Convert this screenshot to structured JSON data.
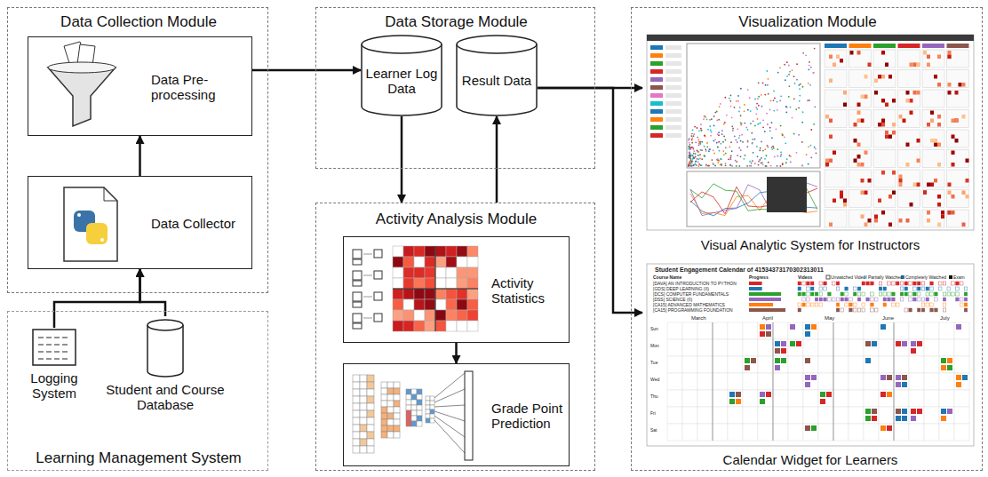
{
  "diagram": {
    "nodes": [
      {
        "text": [
          "Data Collection Module"
        ]
      },
      {
        "text": [
          "Data Pre-processing"
        ],
        "in": 0
      },
      {
        "text": [
          "Data Collector"
        ],
        "in": 0
      },
      {
        "text": [
          "Learning Management System"
        ]
      },
      {
        "text": [
          "Logging System"
        ],
        "in": 3
      },
      {
        "text": [
          "Student and Course Database"
        ],
        "in": 3
      },
      {
        "text": [
          "Data Storage Module"
        ]
      },
      {
        "text": [
          "Learner Log Data"
        ],
        "in": 6
      },
      {
        "text": [
          "Result Data"
        ],
        "in": 6
      },
      {
        "text": [
          "Activity Analysis Module"
        ]
      },
      {
        "text": [
          "Activity Statistics"
        ],
        "in": 9
      },
      {
        "text": [
          "Grade Point Prediction"
        ],
        "in": 9
      },
      {
        "text": [
          "Visualization Module"
        ]
      },
      {
        "text": [
          "Visual Analytic System for Instructors"
        ],
        "in": 12
      },
      {
        "text": [
          "Calendar Widget for Learners"
        ],
        "in": 12
      }
    ],
    "edges": [
      {
        "from": 4,
        "to": 2,
        "arrow": "to"
      },
      {
        "from": 5,
        "to": 2,
        "arrow": "to"
      },
      {
        "from": 2,
        "to": 1,
        "arrow": "to"
      },
      {
        "from": 1,
        "to": 7,
        "arrow": "to"
      },
      {
        "from": 7,
        "to": 9,
        "arrow": "to"
      },
      {
        "from": 9,
        "to": 8,
        "arrow": "to"
      },
      {
        "from": 8,
        "to": 13,
        "arrow": "to"
      },
      {
        "from": 8,
        "to": 14,
        "arrow": "to"
      },
      {
        "from": 10,
        "to": 11,
        "arrow": "to"
      }
    ],
    "labels": [
      "Student Engagement Calendar of 41534373170302313011",
      "Course Name",
      "Progress",
      "Videos",
      "Unwatched Video",
      "Partially Watched",
      "Completely Watched",
      "Exam",
      "[DAVA] AN INTRODUCTION TO PYTHON",
      "[GDS] DEEP LEARNING (II)",
      "[DCS] COMPUTER FUNDAMENTALS",
      "[DSS] SCIENCE (II)",
      "[CA15] ADVANCED MATHEMATICS",
      "[CA15] PROGRAMMING FOUNDATION",
      "March",
      "April",
      "May",
      "June",
      "July",
      "Sun",
      "Mon",
      "Tue",
      "Wed",
      "Thu",
      "Fri",
      "Sat"
    ]
  }
}
